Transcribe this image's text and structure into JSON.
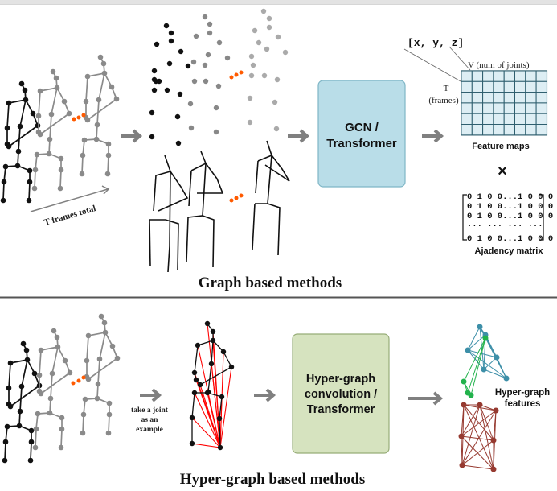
{
  "graph_section": {
    "title": "Graph based methods",
    "frames_label": "T frames total",
    "model_box": {
      "line1": "GCN /",
      "line2": "Transformer",
      "fill": "#b9dde8",
      "stroke": "#7fb6c6"
    },
    "feature_map": {
      "coord_label": "[x, y, z]",
      "v_label": "V (num of joints)",
      "t_label_line1": "T",
      "t_label_line2": "(frames)",
      "caption": "Feature maps",
      "fill": "#ddeef4",
      "stroke": "#2e5e6e",
      "rows": 6,
      "cols": 8
    },
    "multiply_symbol": "×",
    "adjacency": {
      "rows": [
        "0 1 0 0...1 0 0 0",
        "0 1 0 0...1 0 0 0",
        "0 1 0 0...1 0 0 0",
        "···   ···       ···   ···",
        "0 1 0 0...1 0 0 0"
      ],
      "caption": "Ajadency matrix"
    }
  },
  "hypergraph_section": {
    "title": "Hyper-graph based methods",
    "example_label": [
      "take a joint",
      "as an",
      "example"
    ],
    "model_box": {
      "line1": "Hyper-graph",
      "line2": "convolution /",
      "line3": "Transformer",
      "fill": "#d6e3bf",
      "stroke": "#97ad78"
    },
    "features_label": [
      "Hyper-graph",
      "features"
    ]
  },
  "colors": {
    "ellipsis_dots": "#ff5a00",
    "arrow": "#808080",
    "hyperedge": "#ff0000",
    "cluster_blue": "#3d8fa8",
    "cluster_green": "#22b24c",
    "cluster_red": "#963a30"
  }
}
